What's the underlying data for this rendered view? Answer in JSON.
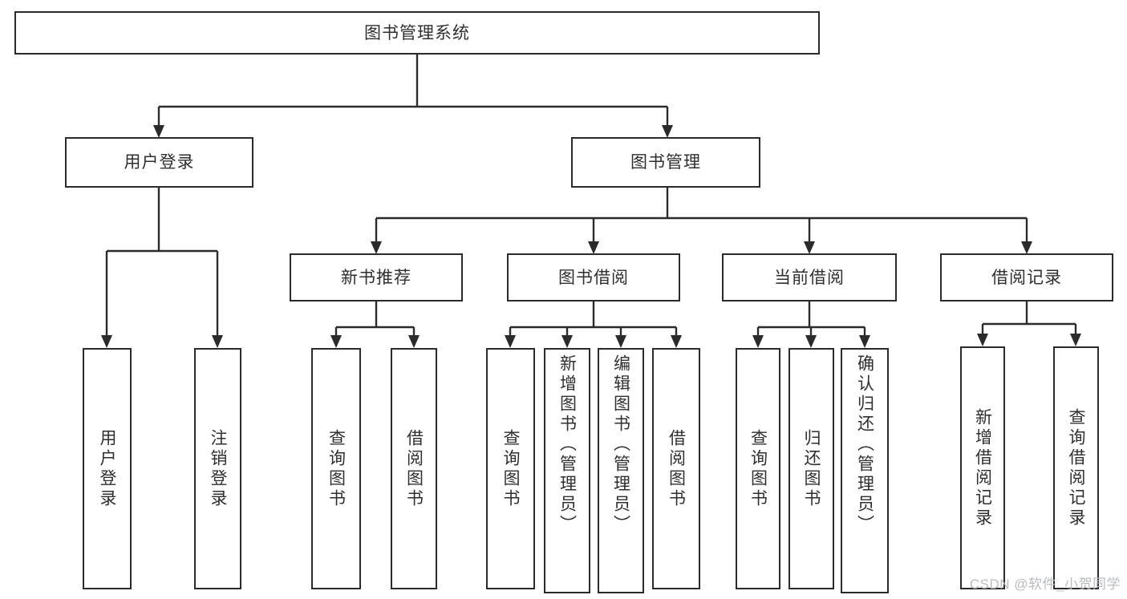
{
  "diagram": {
    "type": "tree",
    "title": "图书管理系统",
    "root": {
      "label": "图书管理系统"
    },
    "level2": [
      {
        "label": "用户登录"
      },
      {
        "label": "图书管理"
      }
    ],
    "level3": [
      {
        "label": "新书推荐"
      },
      {
        "label": "图书借阅"
      },
      {
        "label": "当前借阅"
      },
      {
        "label": "借阅记录"
      }
    ],
    "leaves": {
      "user_login": [
        {
          "label": "用户登录"
        },
        {
          "label": "注销登录"
        }
      ],
      "new_book_recommend": [
        {
          "label": "查询图书"
        },
        {
          "label": "借阅图书"
        }
      ],
      "book_borrow": [
        {
          "label": "查询图书"
        },
        {
          "label": "新增图书（管理员）"
        },
        {
          "label": "编辑图书（管理员）"
        },
        {
          "label": "借阅图书"
        }
      ],
      "current_borrow": [
        {
          "label": "查询图书"
        },
        {
          "label": "归还图书"
        },
        {
          "label": "确认归还（管理员）"
        }
      ],
      "borrow_record": [
        {
          "label": "新增借阅记录"
        },
        {
          "label": "查询借阅记录"
        }
      ]
    },
    "watermark": "CSDN @软件_小贺同学",
    "colors": {
      "stroke": "#2b2b2b",
      "text": "#2f2f2f",
      "background": "#ffffff",
      "watermark": "#b9bcbf"
    }
  }
}
